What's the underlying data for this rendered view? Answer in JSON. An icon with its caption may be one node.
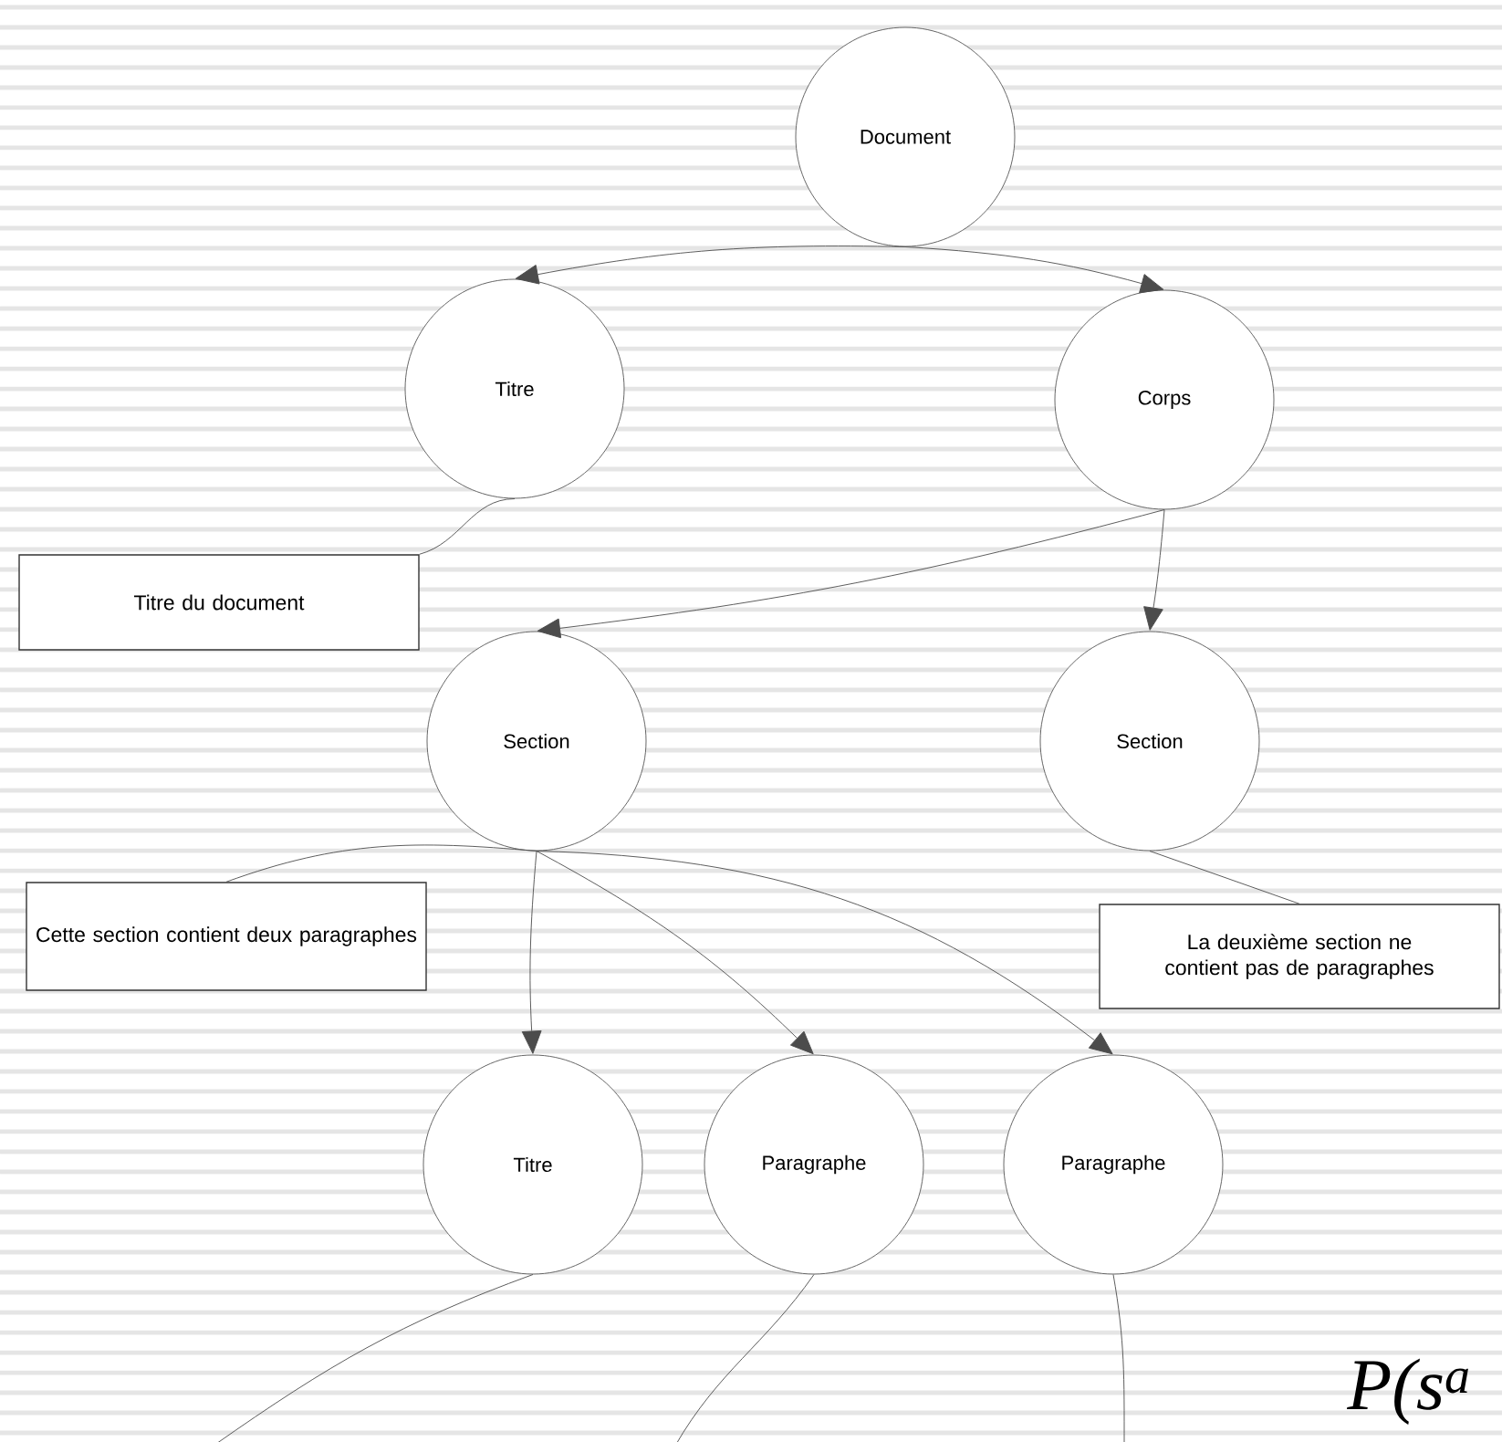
{
  "diagram": {
    "nodes": [
      {
        "text": [
          "Document"
        ]
      },
      {
        "text": [
          "Titre"
        ]
      },
      {
        "text": [
          "Corps"
        ]
      },
      {
        "text": [
          "Titre du document"
        ]
      },
      {
        "text": [
          "Section"
        ]
      },
      {
        "text": [
          "Section"
        ]
      },
      {
        "text": [
          "Cette section contient deux paragraphes"
        ]
      },
      {
        "text": [
          "La deuxième section ne contient pas de paragraphes"
        ]
      },
      {
        "text": [
          "Titre"
        ]
      },
      {
        "text": [
          "Paragraphe"
        ]
      },
      {
        "text": [
          "Paragraphe"
        ]
      }
    ],
    "edges": [
      {
        "from": 0,
        "to": 1,
        "arrow": "to"
      },
      {
        "from": 0,
        "to": 2,
        "arrow": "to"
      },
      {
        "from": 1,
        "to": 3,
        "arrow": "none"
      },
      {
        "from": 2,
        "to": 4,
        "arrow": "to"
      },
      {
        "from": 2,
        "to": 5,
        "arrow": "to"
      },
      {
        "from": 4,
        "to": 6,
        "arrow": "none"
      },
      {
        "from": 4,
        "to": 8,
        "arrow": "to"
      },
      {
        "from": 4,
        "to": 9,
        "arrow": "to"
      },
      {
        "from": 4,
        "to": 10,
        "arrow": "to"
      },
      {
        "from": 5,
        "to": 7,
        "arrow": "none"
      },
      {
        "from": 8,
        "to": null,
        "arrow": "none"
      },
      {
        "from": 9,
        "to": null,
        "arrow": "none"
      },
      {
        "from": 10,
        "to": null,
        "arrow": "none"
      }
    ],
    "labels": [
      "P(s$^{a}$"
    ]
  }
}
